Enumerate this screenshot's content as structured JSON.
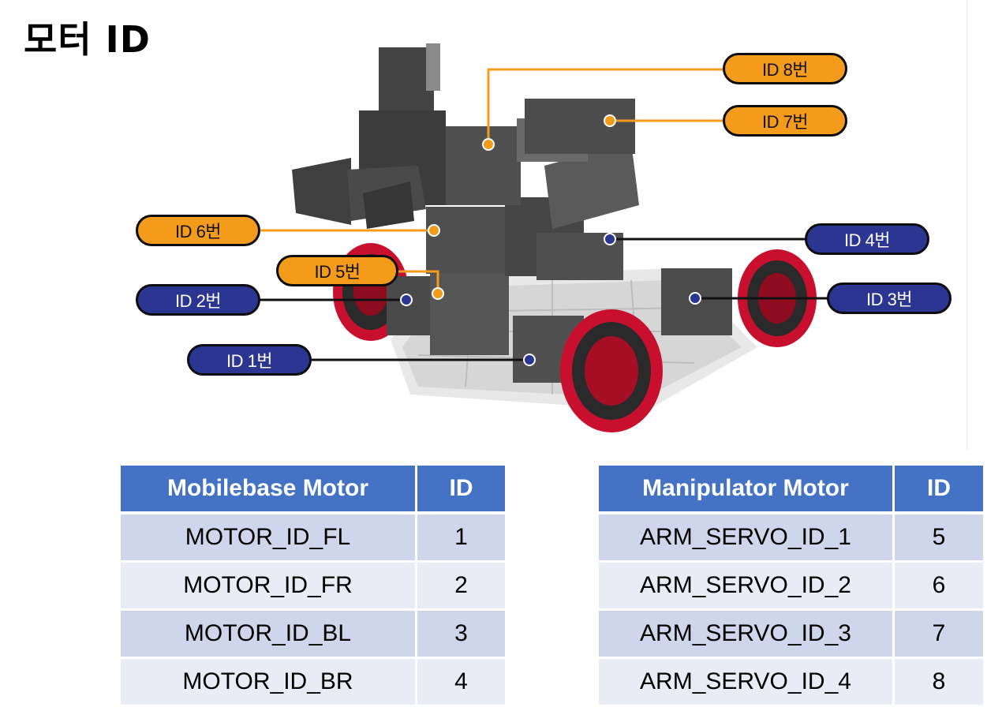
{
  "title": "모터 ID",
  "callouts": {
    "id8": "ID 8번",
    "id7": "ID 7번",
    "id6": "ID 6번",
    "id5": "ID 5번",
    "id4": "ID 4번",
    "id3": "ID 3번",
    "id2": "ID 2번",
    "id1": "ID 1번"
  },
  "colors": {
    "arm_callout": "#f59b1c",
    "base_callout": "#2b3592",
    "table_header": "#4472c4",
    "row_dark": "#cfd5ea",
    "row_light": "#e9ebf5",
    "wheel_red": "#c8102e"
  },
  "tables": {
    "mobilebase": {
      "headers": [
        "Mobilebase Motor",
        "ID"
      ],
      "rows": [
        [
          "MOTOR_ID_FL",
          "1"
        ],
        [
          "MOTOR_ID_FR",
          "2"
        ],
        [
          "MOTOR_ID_BL",
          "3"
        ],
        [
          "MOTOR_ID_BR",
          "4"
        ]
      ]
    },
    "manipulator": {
      "headers": [
        "Manipulator Motor",
        "ID"
      ],
      "rows": [
        [
          "ARM_SERVO_ID_1",
          "5"
        ],
        [
          "ARM_SERVO_ID_2",
          "6"
        ],
        [
          "ARM_SERVO_ID_3",
          "7"
        ],
        [
          "ARM_SERVO_ID_4",
          "8"
        ]
      ]
    }
  }
}
